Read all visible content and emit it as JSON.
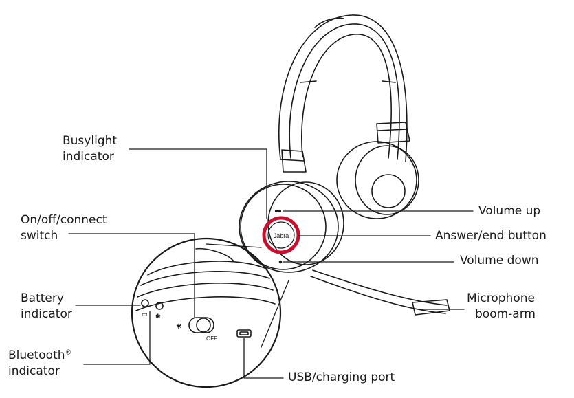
{
  "labels": {
    "busylight": [
      "Busylight",
      "indicator"
    ],
    "onoff": [
      "On/off/connect",
      "switch"
    ],
    "battery": [
      "Battery",
      "indicator"
    ],
    "bluetooth_main": "Bluetooth",
    "bluetooth_mark": "®",
    "bluetooth_line2": "indicator",
    "volume_up": "Volume up",
    "answer_end": "Answer/end button",
    "volume_down": "Volume down",
    "microphone": [
      "Microphone",
      "boom-arm"
    ],
    "usb": "USB/charging port"
  },
  "device": {
    "logo_text": "Jabra",
    "switch_off_label": "OFF"
  },
  "colors": {
    "line": "#1a1a1a",
    "accent_ring": "#c8102e"
  }
}
